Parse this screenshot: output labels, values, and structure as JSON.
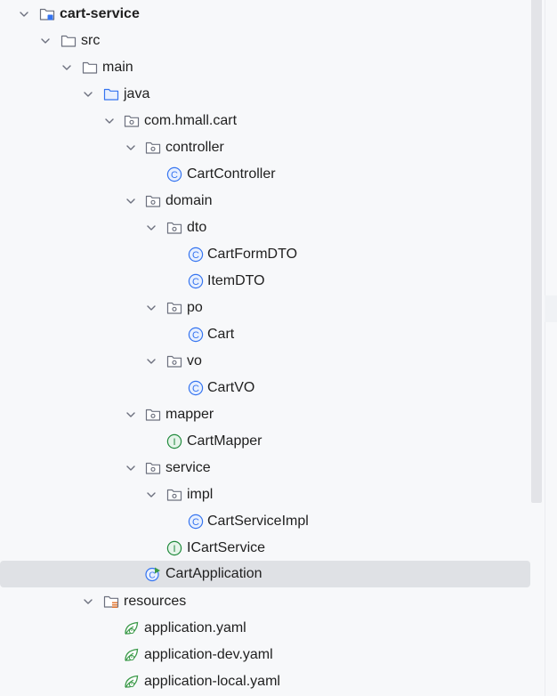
{
  "tree": {
    "cart_service": "cart-service",
    "src": "src",
    "main": "main",
    "java": "java",
    "package": "com.hmall.cart",
    "controller": "controller",
    "cart_controller": "CartController",
    "domain": "domain",
    "dto": "dto",
    "cart_form_dto": "CartFormDTO",
    "item_dto": "ItemDTO",
    "po": "po",
    "cart": "Cart",
    "vo": "vo",
    "cart_vo": "CartVO",
    "mapper": "mapper",
    "cart_mapper": "CartMapper",
    "service": "service",
    "impl": "impl",
    "cart_service_impl": "CartServiceImpl",
    "icart_service": "ICartService",
    "cart_application": "CartApplication",
    "resources": "resources",
    "application_yaml": "application.yaml",
    "application_dev_yaml": "application-dev.yaml",
    "application_local_yaml": "application-local.yaml"
  },
  "selected_item": "CartApplication",
  "colors": {
    "selection": "#dfe1e5",
    "class_icon": "#3574f0",
    "interface_icon": "#208a3c",
    "spring_icon": "#3c9a4a",
    "source_folder": "#3574f0",
    "folder_outline": "#6c707e"
  }
}
